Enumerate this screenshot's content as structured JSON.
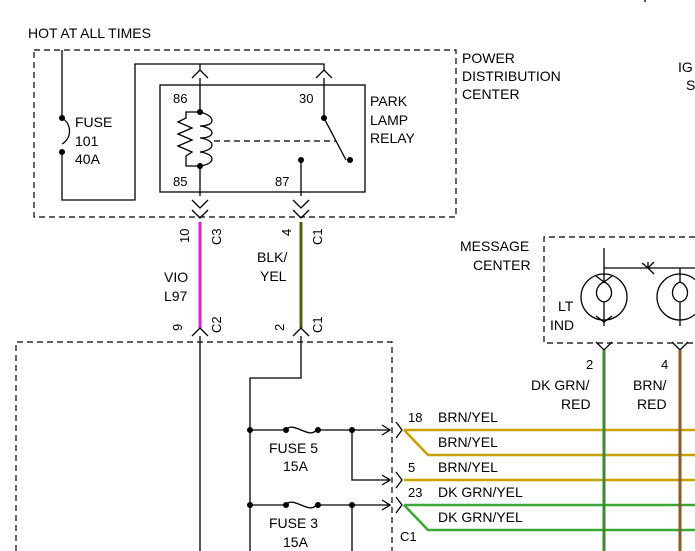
{
  "labels": {
    "hot_at_all_times": "HOT AT ALL TIMES",
    "pdc_line1": "POWER",
    "pdc_line2": "DISTRIBUTION",
    "pdc_line3": "CENTER",
    "ig_partial": "IG",
    "s_partial": "S",
    "fuse101_line1": "FUSE",
    "fuse101_line2": "101",
    "fuse101_line3": "40A",
    "relay_line1": "PARK",
    "relay_line2": "LAMP",
    "relay_line3": "RELAY",
    "pin86": "86",
    "pin85": "85",
    "pin30": "30",
    "pin87": "87",
    "c3_num": "10",
    "c3_name": "C3",
    "c1_top_num": "4",
    "c1_top_name": "C1",
    "c2_num": "9",
    "c2_name": "C2",
    "c1_mid_num": "2",
    "c1_mid_name": "C1",
    "vio": "VIO",
    "l97": "L97",
    "blk": "BLK/",
    "yel": "YEL",
    "msg_line1": "MESSAGE",
    "msg_line2": "CENTER",
    "lt_line1": "LT",
    "lt_line2": "IND",
    "w2_num": "2",
    "w2_line1": "DK GRN/",
    "w2_line2": "RED",
    "w4_num": "4",
    "w4_line1": "BRN/",
    "w4_line2": "RED",
    "fuse5_line1": "FUSE 5",
    "fuse5_line2": "15A",
    "fuse3_line1": "FUSE 3",
    "fuse3_line2": "15A",
    "h18_num": "18",
    "h18_label": "BRN/YEL",
    "h_brn_label": "BRN/YEL",
    "h5_num": "5",
    "h5_label": "BRN/YEL",
    "h23_num": "23",
    "h23_label": "DK GRN/YEL",
    "h_grn_label": "DK GRN/YEL",
    "c1_bottom": "C1"
  },
  "colors": {
    "vio_wire": "#e11be0",
    "blk_yel_wire": "#5a5a10",
    "brn_yel_wire": "#c8a000",
    "dk_grn_yel_wire": "#3aa832",
    "dk_grn_red_wire": "#3a8a2a",
    "brn_red_wire": "#8b5a2b"
  }
}
